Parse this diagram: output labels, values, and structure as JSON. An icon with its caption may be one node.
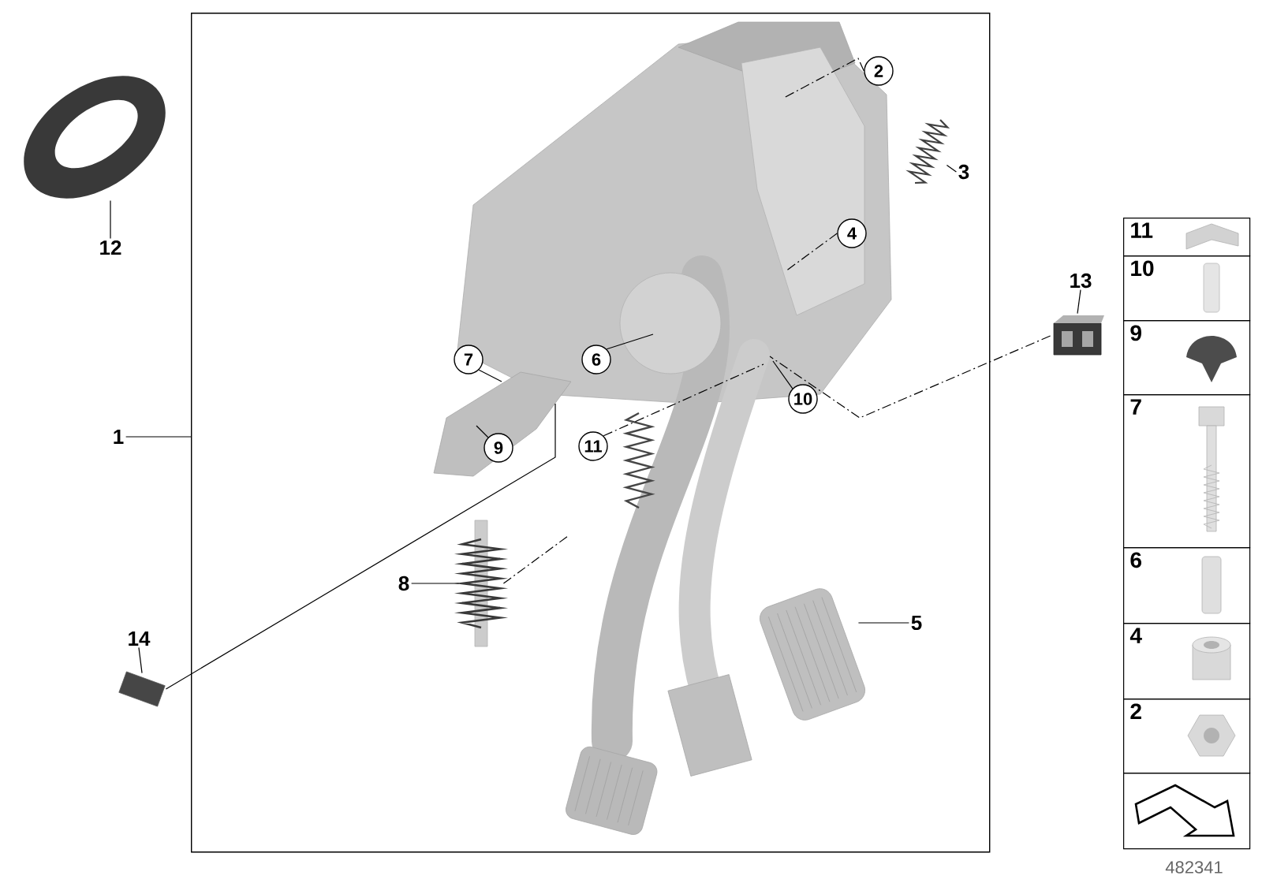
{
  "diagram": {
    "nodes": [
      {
        "text": [],
        "shape": "box"
      },
      {
        "text": [
          "1"
        ]
      },
      {
        "text": [],
        "shape": "picture"
      },
      {
        "text": [
          "12"
        ]
      },
      {
        "text": [
          "2"
        ],
        "in": 0
      },
      {
        "text": [
          "3"
        ],
        "in": 0
      },
      {
        "text": [],
        "shape": "picture",
        "in": 0
      },
      {
        "text": [
          "4"
        ],
        "in": 0
      },
      {
        "text": [
          "6"
        ],
        "in": 0
      },
      {
        "text": [
          "7"
        ],
        "in": 0
      },
      {
        "text": [
          "9"
        ],
        "in": 0
      },
      {
        "text": [
          "10"
        ],
        "in": 0
      },
      {
        "text": [
          "11"
        ],
        "in": 0
      },
      {
        "text": [
          "8"
        ],
        "in": 0
      },
      {
        "text": [],
        "shape": "picture",
        "in": 0
      },
      {
        "text": [
          "5"
        ],
        "in": 0
      },
      {
        "text": [],
        "shape": "picture",
        "in": 0
      },
      {
        "text": [
          "13"
        ]
      },
      {
        "text": [],
        "shape": "picture"
      },
      {
        "text": [
          "14"
        ]
      },
      {
        "text": [],
        "shape": "picture"
      },
      {
        "text": [
          "11"
        ]
      },
      {
        "text": [
          "10"
        ]
      },
      {
        "text": [
          "9"
        ]
      },
      {
        "text": [
          "7"
        ]
      },
      {
        "text": [
          "6"
        ]
      },
      {
        "text": [
          "4"
        ]
      },
      {
        "text": [
          "2"
        ]
      },
      {
        "text": [],
        "shape": "box"
      }
    ],
    "edges": [
      {
        "from": 1,
        "to": 0,
        "arrow": "none"
      },
      {
        "from": 3,
        "to": 2,
        "arrow": "none"
      },
      {
        "from": 4,
        "to": null,
        "arrow": "none",
        "style": "dashed"
      },
      {
        "from": 5,
        "to": 6,
        "arrow": "none"
      },
      {
        "from": 7,
        "to": null,
        "arrow": "none",
        "style": "dashed"
      },
      {
        "from": 8,
        "to": null,
        "arrow": "none"
      },
      {
        "from": 9,
        "to": null,
        "arrow": "none"
      },
      {
        "from": 10,
        "to": null,
        "arrow": "none"
      },
      {
        "from": 11,
        "to": null,
        "arrow": "none"
      },
      {
        "from": 12,
        "to": null,
        "arrow": "none",
        "style": "dashed"
      },
      {
        "from": 13,
        "to": 14,
        "arrow": "none"
      },
      {
        "from": 15,
        "to": 16,
        "arrow": "none"
      },
      {
        "from": 17,
        "to": 18,
        "arrow": "none"
      },
      {
        "from": 19,
        "to": 20,
        "arrow": "none"
      },
      {
        "from": 18,
        "to": null,
        "arrow": "none",
        "style": "dashed"
      },
      {
        "from": 20,
        "to": null,
        "arrow": "none"
      },
      {
        "from": 14,
        "to": null,
        "arrow": "none",
        "style": "dashed"
      }
    ],
    "labels": [
      "482341"
    ]
  }
}
